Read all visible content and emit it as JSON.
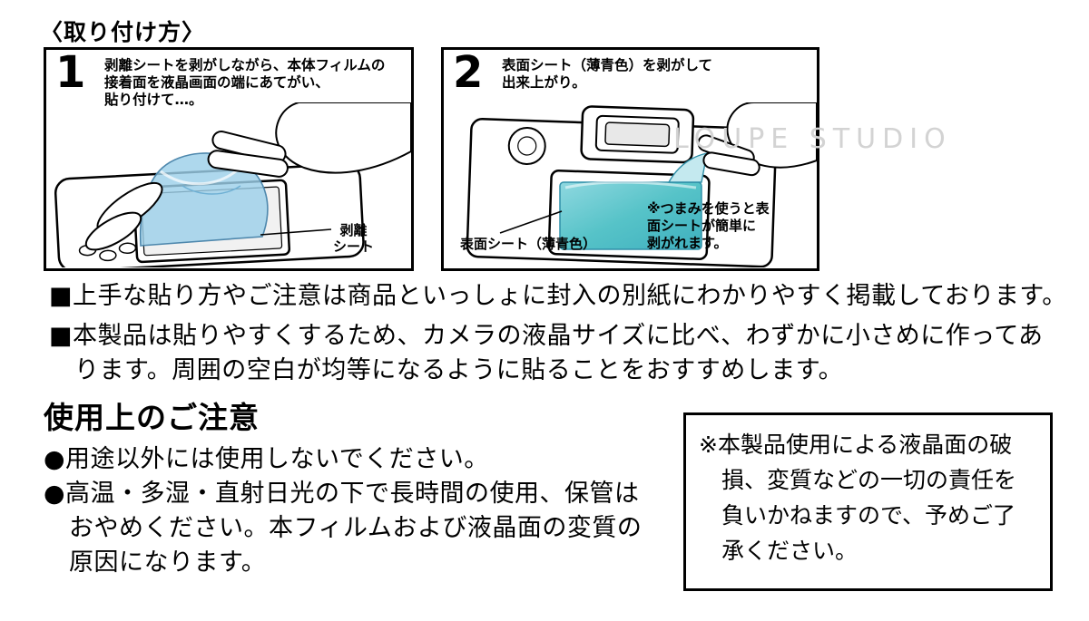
{
  "header": {
    "title": "〈取り付け方〉"
  },
  "step1": {
    "number": "1",
    "lines": [
      "剥離シートを剥がしながら、本体フィルムの",
      "接着面を液晶画面の端にあてがい、",
      "貼り付けて…。"
    ],
    "film_label_line1": "剥離",
    "film_label_line2": "シート"
  },
  "step2": {
    "number": "2",
    "lines": [
      "表面シート（薄青色）を剥がして",
      "出来上がり。"
    ],
    "sheet_label": "表面シート（薄青色）",
    "note_lines": [
      "※つまみを使うと表",
      "面シートが簡単に",
      "剥がれます。"
    ],
    "watermark": "LOUPE STUDIO"
  },
  "notes": {
    "bullet1": "■上手な貼り方やご注意は商品といっしょに封入の別紙にわかりやすく掲載しております。",
    "bullet2_line1": "■本製品は貼りやすくするため、カメラの液晶サイズに比べ、わずかに小さめに作ってあ",
    "bullet2_line2": "ります。周囲の空白が均等になるように貼ることをおすすめします。"
  },
  "caution": {
    "heading": "使用上のご注意",
    "bullet1": "●用途以外には使用しないでください。",
    "bullet2_line1": "●高温・多湿・直射日光の下で長時間の使用、保管は",
    "bullet2_line2": "おやめください。本フィルムおよび液晶面の変質の",
    "bullet2_line3": "原因になります。"
  },
  "disclaimer": {
    "lines": [
      "※本製品使用による液晶面の破",
      "損、変質などの一切の責任を",
      "負いかねますので、予めご了",
      "承ください。"
    ]
  },
  "colors": {
    "film_blue": "#9ccfe9",
    "film_teal": "#56c3c8",
    "watermark_gray": "#d3d3d3"
  }
}
